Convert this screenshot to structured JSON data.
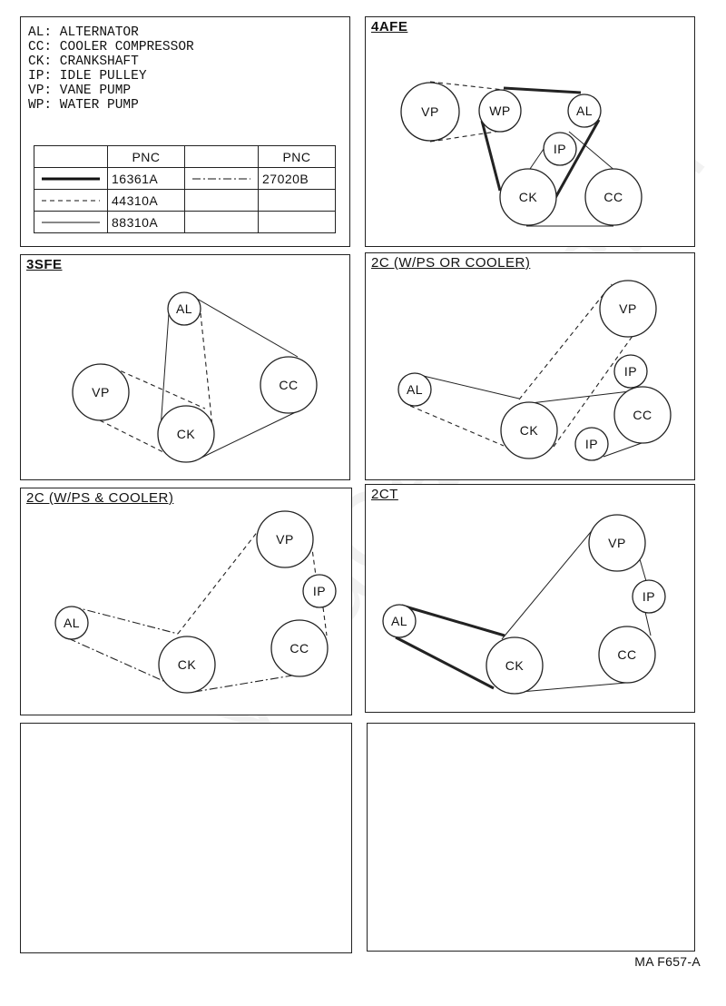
{
  "legend": {
    "lines": [
      "AL: ALTERNATOR",
      "CC: COOLER COMPRESSOR",
      "CK: CRANKSHAFT",
      "IP: IDLE PULLEY",
      "VP: VANE PUMP",
      "WP: WATER PUMP"
    ],
    "table": {
      "header_left": "PNC",
      "header_right": "PNC",
      "row1_left_code": "16361A",
      "row1_right_code": "27020B",
      "row2_code": "44310A",
      "row3_code": "88310A"
    }
  },
  "panels": {
    "p4afe": {
      "title": "4AFE"
    },
    "p3sfe": {
      "title": "3SFE"
    },
    "p2c_or": {
      "title": "2C (W/PS OR COOLER)"
    },
    "p2c_and": {
      "title": "2C (W/PS & COOLER)"
    },
    "p2ct": {
      "title": "2CT"
    }
  },
  "labels": {
    "VP": "VP",
    "WP": "WP",
    "AL": "AL",
    "IP": "IP",
    "CK": "CK",
    "CC": "CC"
  },
  "footer": {
    "code": "MA F657-A"
  },
  "watermark": {
    "text": "ToyotaCarMine.ru"
  }
}
